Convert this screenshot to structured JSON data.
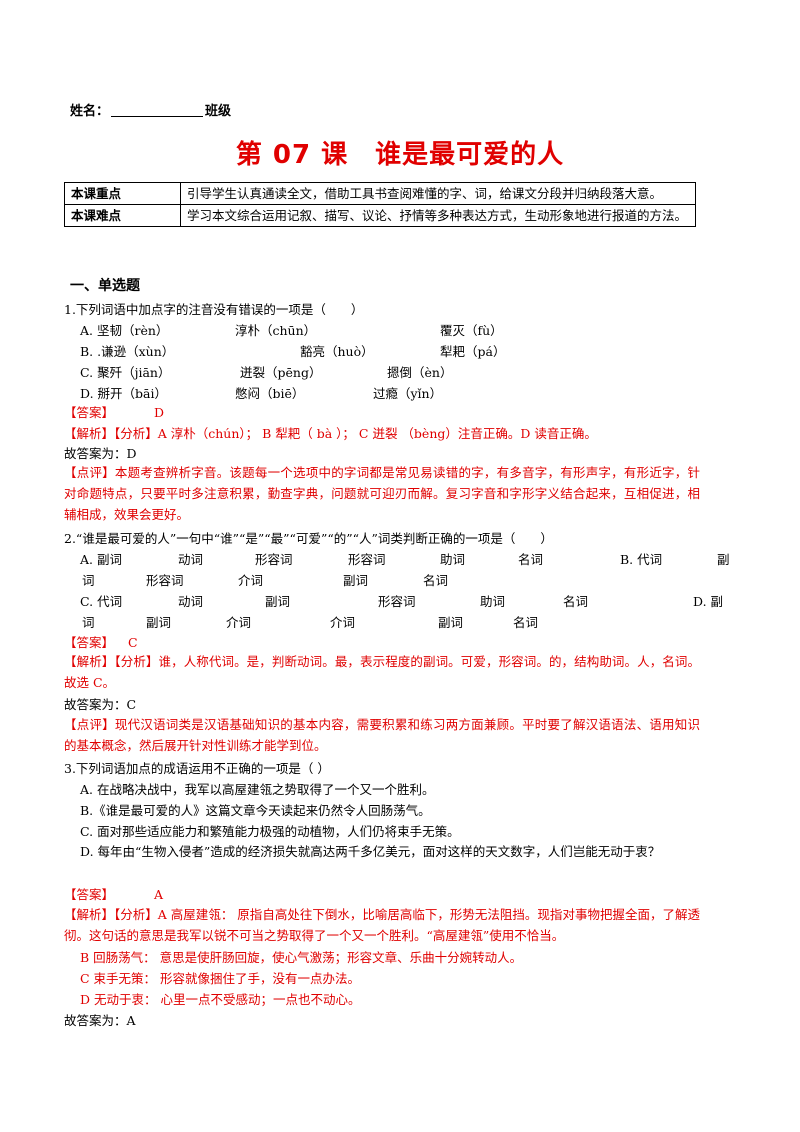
{
  "header": {
    "name_label": "姓名：",
    "class_label": "班级",
    "title": "第 07 课　谁是最可爱的人"
  },
  "key_table": [
    {
      "label": "本课重点",
      "text": "引导学生认真通读全文，借助工具书查阅难懂的字、词，给课文分段并归纳段落大意。"
    },
    {
      "label": "本课难点",
      "text": "学习本文综合运用记叙、描写、议论、抒情等多种表达方式，生动形象地进行报道的方法。"
    }
  ],
  "section_title": "一、单选题",
  "q1": {
    "stem": "1.下列词语中加点字的注音没有错误的一项是（　　）",
    "opts": [
      [
        "A. 坚韧（rèn）",
        "淳朴（chūn）",
        "覆灭（fù）"
      ],
      [
        "B. .谦逊（xùn）",
        "豁亮（huò）",
        "犁耙（pá）"
      ],
      [
        "C. 聚歼（jiān）",
        "迸裂（pēng）",
        "摁倒（èn）"
      ],
      [
        "D. 掰开（bāi）",
        "憋闷（biē）",
        "过瘾（yǐn）"
      ]
    ],
    "answer_label": "【答案】",
    "answer": "D",
    "analysis": "【解析】【分析】A 淳朴（chún）；  B  犁耙（ bà ）；  C  迸裂 （bèng）注音正确。D 读音正确。",
    "conclusion": "故答案为：D",
    "comment": "【点评】本题考查辨析字音。该题每一个选项中的字词都是常见易读错的字，有多音字，有形声字，有形近字，针对命题特点，只要平时多注意积累，勤查字典，问题就可迎刃而解。复习字音和字形字义结合起来，互相促进，相辅相成，效果会更好。"
  },
  "q2": {
    "stem": "2.“谁是最可爱的人”一句中“谁”“是”“最”“可爱”“的”“人”词类判断正确的一项是（　　）",
    "rows": [
      [
        "A. 副词",
        "动词",
        "形容词",
        "形容词",
        "助词",
        "名词",
        "B. 代词",
        "副"
      ],
      [
        "词",
        "形容词",
        "介词",
        "副词",
        "名词"
      ],
      [
        "C. 代词",
        "动词",
        "副词",
        "形容词",
        "助词",
        "名词",
        "D. 副"
      ],
      [
        "词",
        "副词",
        "介词",
        "介词",
        "副词",
        "名词"
      ]
    ],
    "answer_label": "【答案】",
    "answer": "C",
    "analysis": "【解析】【分析】谁，人称代词。是，判断动词。最，表示程度的副词。可爱，形容词。的，结构助词。人，名词。故选 C。",
    "conclusion": "故答案为：C",
    "comment": "【点评】现代汉语词类是汉语基础知识的基本内容，需要积累和练习两方面兼顾。平时要了解汉语语法、语用知识的基本概念，然后展开针对性训练才能学到位。"
  },
  "q3": {
    "stem": "3.下列词语加点的成语运用不正确的一项是（ ）",
    "opts": [
      "A. 在战略决战中，我军以高屋建瓴之势取得了一个又一个胜利。",
      "B.《谁是最可爱的人》这篇文章今天读起来仍然令人回肠荡气。",
      "C. 面对那些适应能力和繁殖能力极强的动植物，人们仍将束手无策。",
      "D. 每年由“生物入侵者”造成的经济损失就高达两千多亿美元，面对这样的天文数字，人们岂能无动于衷？"
    ],
    "answer_label": "【答案】",
    "answer": "A",
    "analysis": "【解析】【分析】A 高屋建瓴：  原指自高处往下倒水，比喻居高临下，形势无法阻挡。现指对事物把握全面，了解透彻。这句话的意思是我军以锐不可当之势取得了一个又一个胜利。“高屋建瓴”使用不恰当。",
    "notes": [
      "B 回肠荡气：  意思是使肝肠回旋，使心气激荡；形容文章、乐曲十分婉转动人。",
      "C 束手无策：  形容就像捆住了手，没有一点办法。",
      "D 无动于衷：  心里一点不受感动；一点也不动心。"
    ],
    "conclusion": "故答案为：A"
  }
}
